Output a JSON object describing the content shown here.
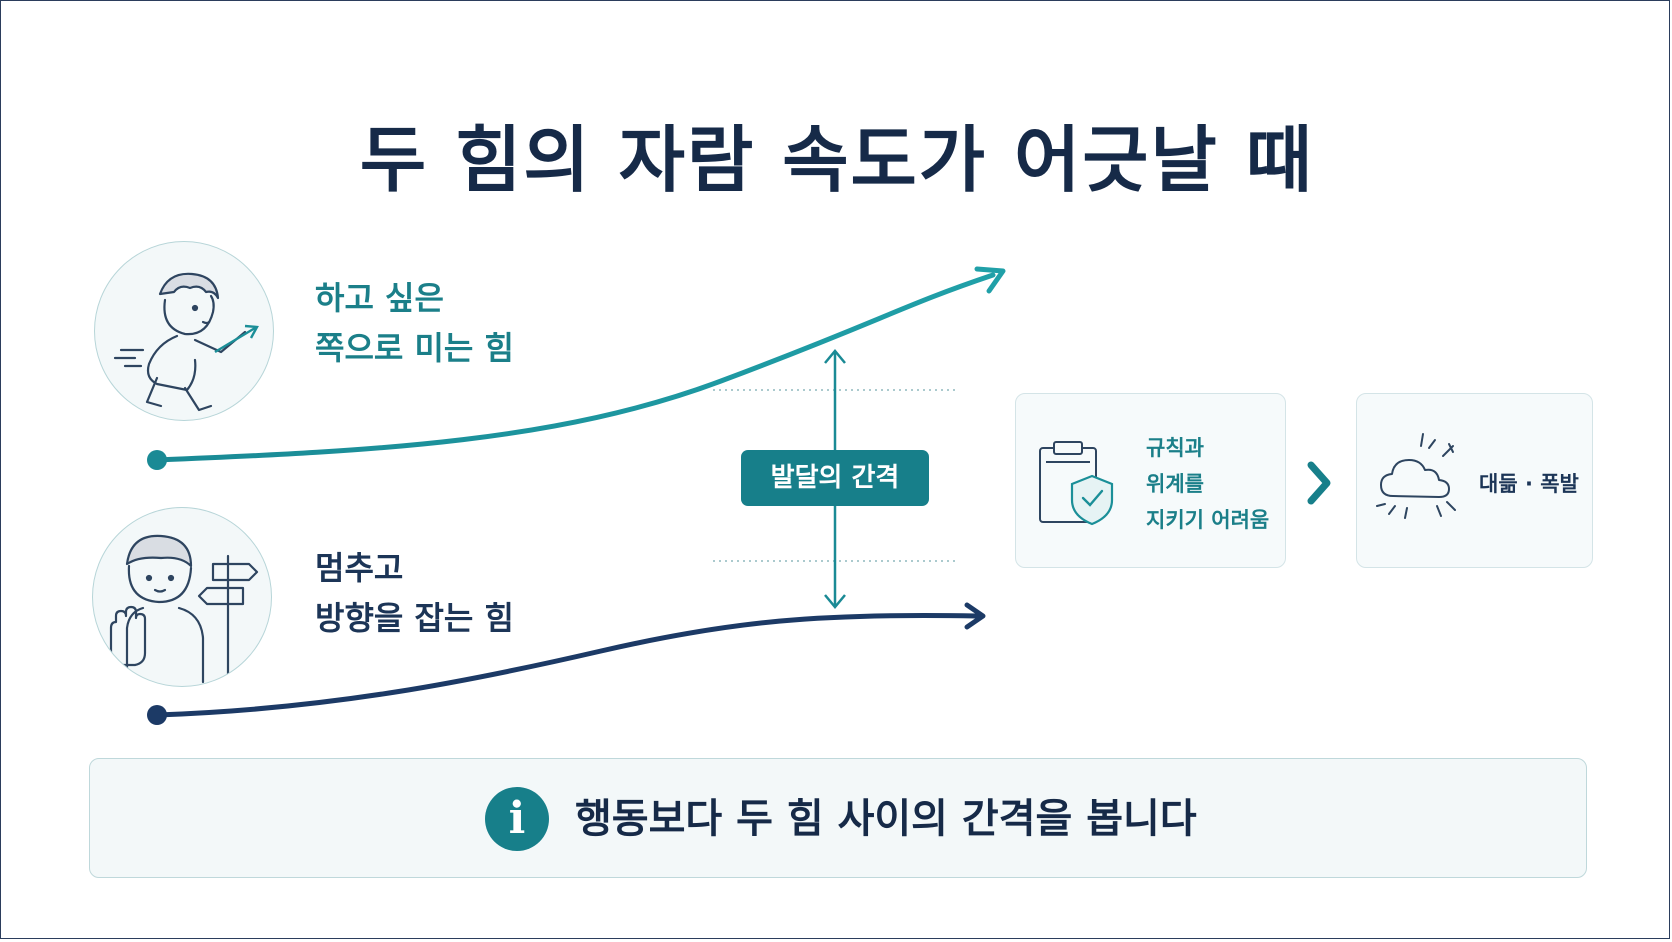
{
  "title": "두 힘의 자람 속도가 어긋날 때",
  "forces": [
    {
      "line1": "하고 싶은",
      "line2": "쪽으로 미는 힘",
      "icon": "running-child-icon"
    },
    {
      "line1": "멈추고",
      "line2": "방향을 잡는 힘",
      "icon": "stopping-child-signpost-icon"
    }
  ],
  "gap_label": "발달의 간격",
  "consequence": {
    "line1": "규칙과",
    "line2": "위계를",
    "line3": "지키기 어려움",
    "icon": "clipboard-shield-icon"
  },
  "result": {
    "label": "대듦 · 폭발",
    "icon": "storm-cloud-icon"
  },
  "note": {
    "text": "행동보다 두 힘 사이의 간격을 봅니다",
    "icon_glyph": "i",
    "icon": "info-icon"
  },
  "colors": {
    "teal": "#1b8f98",
    "navy": "#1c3a66",
    "title": "#162a48"
  }
}
